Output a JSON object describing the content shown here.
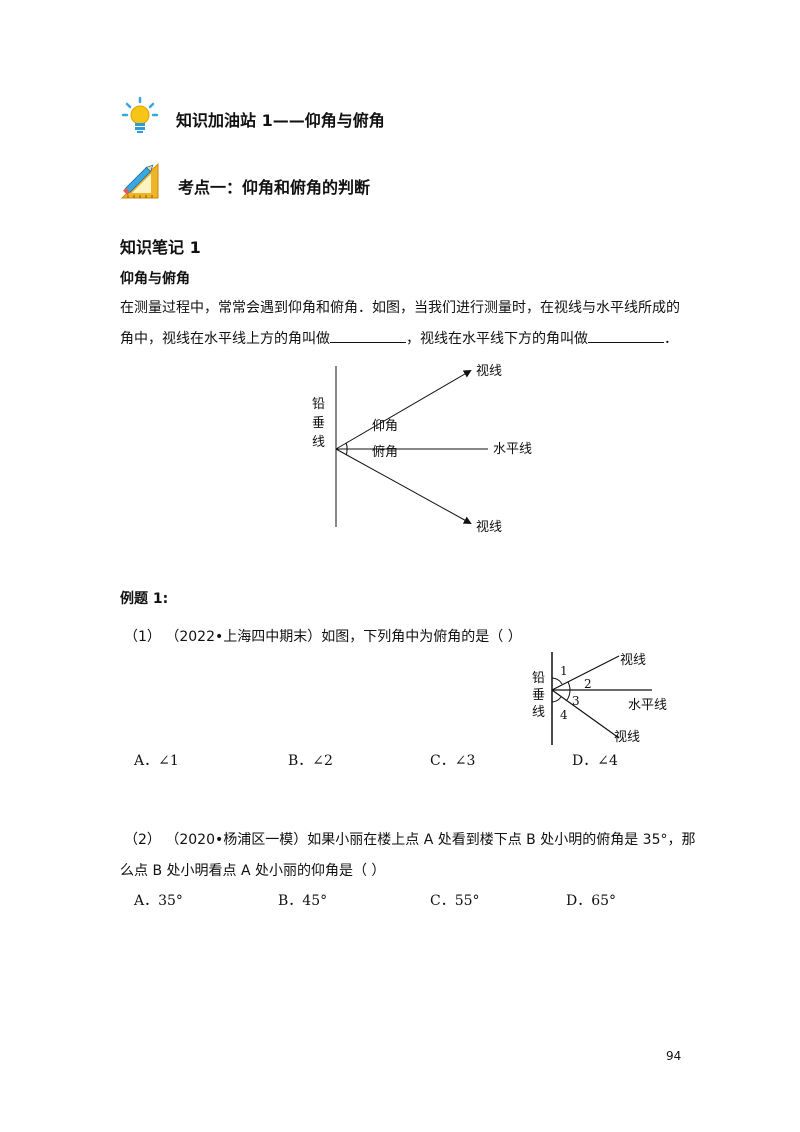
{
  "headings": {
    "station_title": "知识加油站 1——仰角与俯角",
    "kaodian_title": "考点一：仰角和俯角的判断",
    "note_title": "知识笔记 1",
    "subtitle": "仰角与俯角"
  },
  "paragraph": {
    "line1": "在测量过程中，常常会遇到仰角和俯角．如图，当我们进行测量时，在视线与水平线所成的",
    "line2_part1": "角中，视线在水平线上方的角叫做",
    "line2_part2": "，视线在水平线下方的角叫做",
    "line2_end": "．"
  },
  "diagram1": {
    "vertical_label": [
      "铅",
      "垂",
      "线"
    ],
    "upper_sight": "视线",
    "lower_sight": "视线",
    "horizontal": "水平线",
    "elevation": "仰角",
    "depression": "俯角"
  },
  "example": {
    "title": "例题 1:",
    "q1": {
      "text": "（1）  （2022•上海四中期末）如图，下列角中为俯角的是（        ）",
      "options": [
        "A．∠1",
        "B．∠2",
        "C．∠3",
        "D．∠4"
      ]
    },
    "q2": {
      "line1": "（2）  （2020•杨浦区一模）如果小丽在楼上点 A 处看到楼下点 B 处小明的俯角是 35°，那",
      "line2": "么点 B 处小明看点 A 处小丽的仰角是（        ）",
      "options": [
        "A．35°",
        "B．45°",
        "C．55°",
        "D．65°"
      ]
    }
  },
  "diagram2": {
    "vertical_label": [
      "铅",
      "垂",
      "线"
    ],
    "upper_sight": "视线",
    "lower_sight": "视线",
    "horizontal": "水平线",
    "angles": [
      "1",
      "2",
      "3",
      "4"
    ]
  },
  "page_number": "94"
}
